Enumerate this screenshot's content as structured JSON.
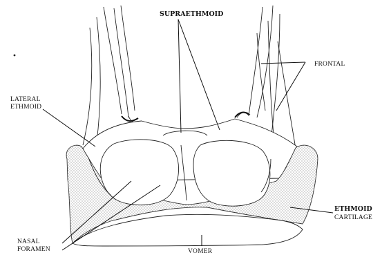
{
  "diagram": {
    "labels": {
      "supraethmoid": "SUPRAETHMOID",
      "frontal": "FRONTAL",
      "lateral_ethmoid_1": "LATERAL",
      "lateral_ethmoid_2": "ETHMOID",
      "ethmoid_cartilage_1": "ETHMOID",
      "ethmoid_cartilage_2": "CARTILAGE",
      "nasal_foramen_1": "NASAL",
      "nasal_foramen_2": "FORAMEN",
      "vomer": "VOMER"
    },
    "structures": [
      "frontal",
      "supraethmoid",
      "lateral-ethmoid",
      "nasal-foramen",
      "ethmoid-cartilage",
      "vomer"
    ],
    "style": {
      "ink": "#111111",
      "stipple": "#555555",
      "background": "#ffffff"
    }
  }
}
